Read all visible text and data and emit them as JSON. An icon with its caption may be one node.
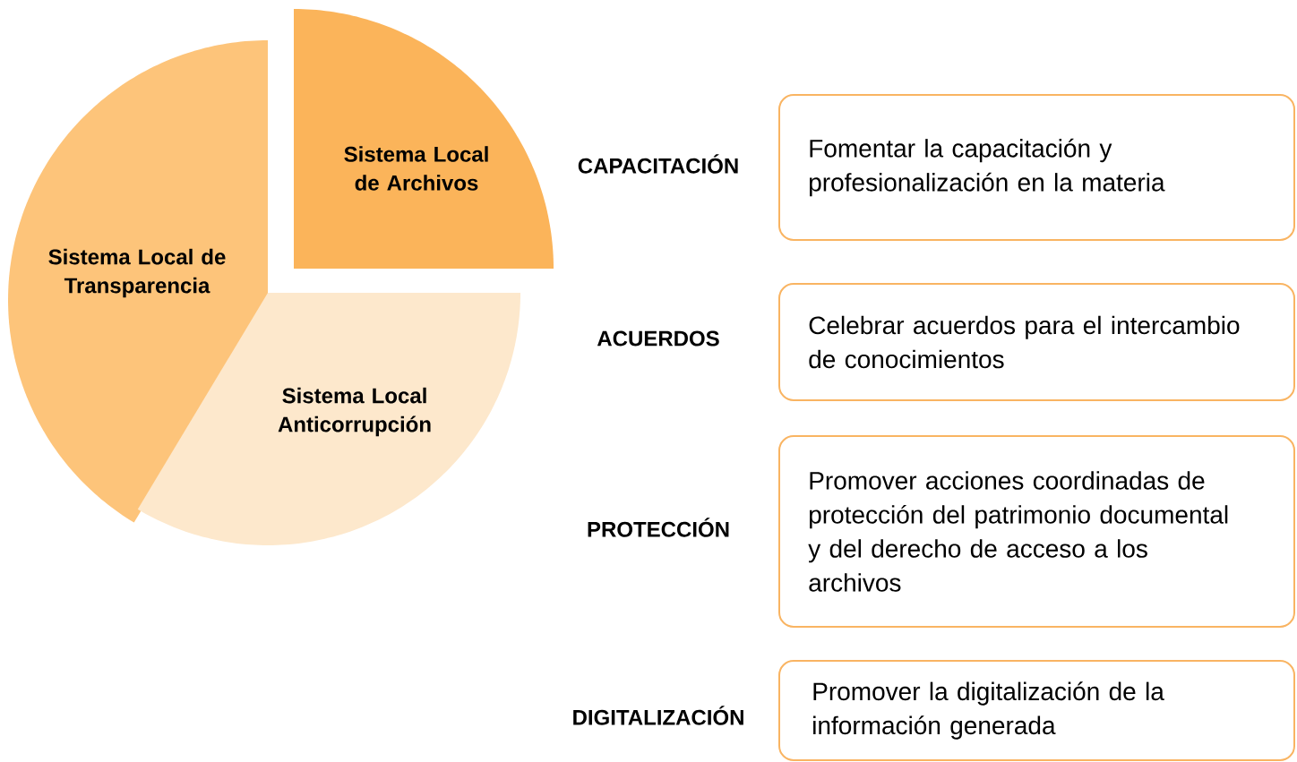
{
  "diagram": {
    "nodes": [
      {
        "text": [
          "Sistema Local de Archivos"
        ]
      },
      {
        "text": [
          "Sistema Local de Transparencia"
        ]
      },
      {
        "text": [
          "Sistema Local Anticorrupción"
        ]
      },
      {
        "text": [
          "CAPACITACIÓN",
          "Fomentar la capacitación y profesionalización en la materia"
        ]
      },
      {
        "text": [
          "ACUERDOS",
          "Celebrar acuerdos para el intercambio de conocimientos"
        ]
      },
      {
        "text": [
          "PROTECCIÓN",
          "Promover acciones coordinadas de protección del patrimonio documental y del derecho de acceso a los archivos"
        ]
      },
      {
        "text": [
          "DIGITALIZACIÓN",
          "Promover la digitalización de la información generada"
        ]
      }
    ]
  }
}
